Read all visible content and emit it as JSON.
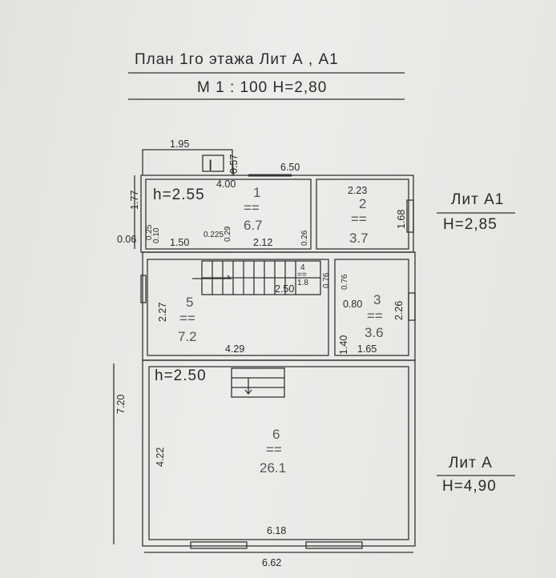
{
  "title": "План 1го этажа Лит А , А1",
  "scale": "М 1 : 100 Н=2,80",
  "lit_a1": {
    "name": "Лит А1",
    "height": "Н=2,85"
  },
  "lit_a": {
    "name": "Лит А",
    "height": "Н=4,90"
  },
  "rooms": {
    "r1": {
      "number": "1",
      "eq": "==",
      "area": "6.7"
    },
    "r2": {
      "number": "2",
      "eq": "==",
      "area": "3.7"
    },
    "r3": {
      "number": "3",
      "eq": "==",
      "area": "3.6"
    },
    "r4": {
      "number": "4",
      "eq": "==",
      "area": "1.8"
    },
    "r5": {
      "number": "5",
      "eq": "==",
      "area": "7.2"
    },
    "r6": {
      "number": "6",
      "eq": "==",
      "area": "26.1"
    }
  },
  "heights": {
    "h1": "h=2.55",
    "h6": "h=2.50"
  },
  "dims": {
    "d195": "1.95",
    "d057": "0.57",
    "d650": "6.50",
    "d400": "4.00",
    "d177": "1.77",
    "d223": "2.23",
    "d168": "1.68",
    "d010": "0.10",
    "d025": "0.25",
    "d006": "0.06",
    "d150": "1.50",
    "d0225": "0.225",
    "d029": "0.29",
    "d212": "2.12",
    "d026": "0.26",
    "d250": "2.50",
    "d076a": "0.76",
    "d076b": "0.76",
    "d080": "0.80",
    "d226": "2.26",
    "d227": "2.27",
    "d140": "1.40",
    "d165": "1.65",
    "d429": "4.29",
    "d720": "7.20",
    "d422": "4.22",
    "d618": "6.18",
    "d662": "6.62"
  },
  "marks": {
    "door": "I"
  }
}
